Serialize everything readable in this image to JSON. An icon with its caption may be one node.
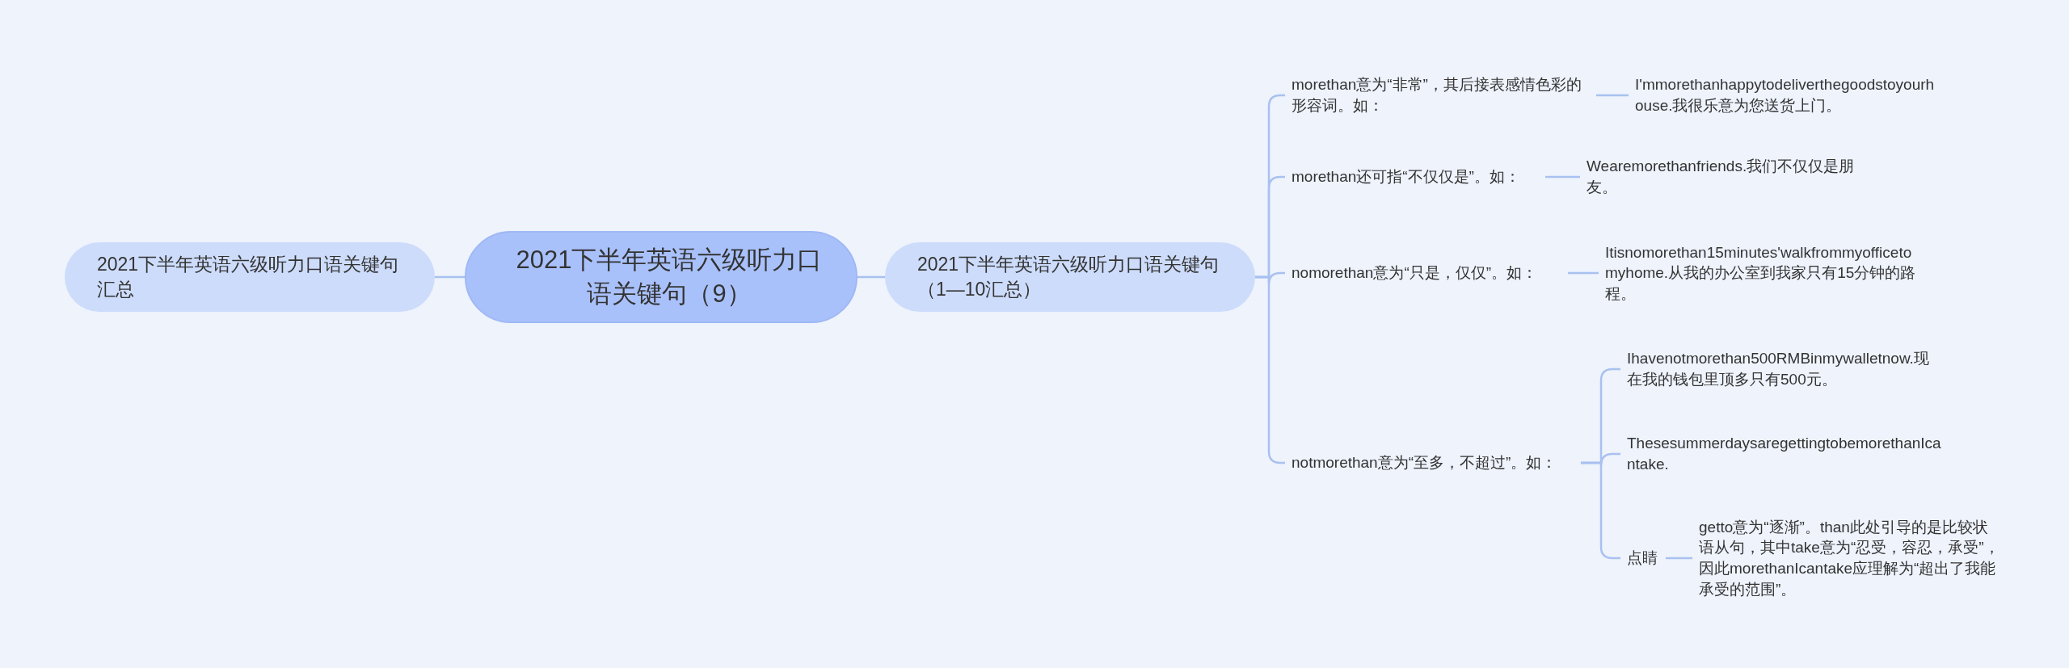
{
  "diagram": {
    "nodes": [
      {
        "text": [
          "2021下半年英语六级听力口语关键句（9）"
        ]
      },
      {
        "text": [
          "2021下半年英语六级听力口语关键句汇总"
        ]
      },
      {
        "text": [
          "2021下半年英语六级听力口语关键句（1—10汇总）"
        ]
      },
      {
        "text": [
          "morethan意为“非常”，其后接表感情色彩的形容词。如："
        ]
      },
      {
        "text": [
          "I'mmorethanhappytodeliverthegoodstoyourhouse.我很乐意为您送货上门。"
        ]
      },
      {
        "text": [
          "morethan还可指“不仅仅是”。如："
        ]
      },
      {
        "text": [
          "Wearemorethanfriends.我们不仅仅是朋友。"
        ]
      },
      {
        "text": [
          "nomorethan意为“只是，仅仅”。如："
        ]
      },
      {
        "text": [
          "Itisnomorethan15minutes'walkfrommyofficetomyhome.从我的办公室到我家只有15分钟的路程。"
        ]
      },
      {
        "text": [
          "notmorethan意为“至多，不超过”。如："
        ]
      },
      {
        "text": [
          "Ihavenotmorethan500RMBinmywalletnow.现在我的钱包里顶多只有500元。"
        ]
      },
      {
        "text": [
          "ThesesummerdaysaregettingtobemorethanIcantake."
        ]
      },
      {
        "text": [
          "点睛"
        ]
      },
      {
        "text": [
          "getto意为“逐渐”。than此处引导的是比较状语从句，其中take意为“忍受，容忍，承受”，因此morethanIcantake应理解为“超出了我能承受的范围”。"
        ]
      }
    ],
    "edges": [
      {
        "from": 0,
        "to": 1,
        "arrow": "none"
      },
      {
        "from": 0,
        "to": 2,
        "arrow": "none"
      },
      {
        "from": 2,
        "to": 3,
        "arrow": "none"
      },
      {
        "from": 2,
        "to": 5,
        "arrow": "none"
      },
      {
        "from": 2,
        "to": 7,
        "arrow": "none"
      },
      {
        "from": 2,
        "to": 9,
        "arrow": "none"
      },
      {
        "from": 3,
        "to": 4,
        "arrow": "none"
      },
      {
        "from": 5,
        "to": 6,
        "arrow": "none"
      },
      {
        "from": 7,
        "to": 8,
        "arrow": "none"
      },
      {
        "from": 9,
        "to": 10,
        "arrow": "none"
      },
      {
        "from": 9,
        "to": 11,
        "arrow": "none"
      },
      {
        "from": 9,
        "to": 12,
        "arrow": "none"
      },
      {
        "from": 12,
        "to": 13,
        "arrow": "none"
      }
    ]
  }
}
